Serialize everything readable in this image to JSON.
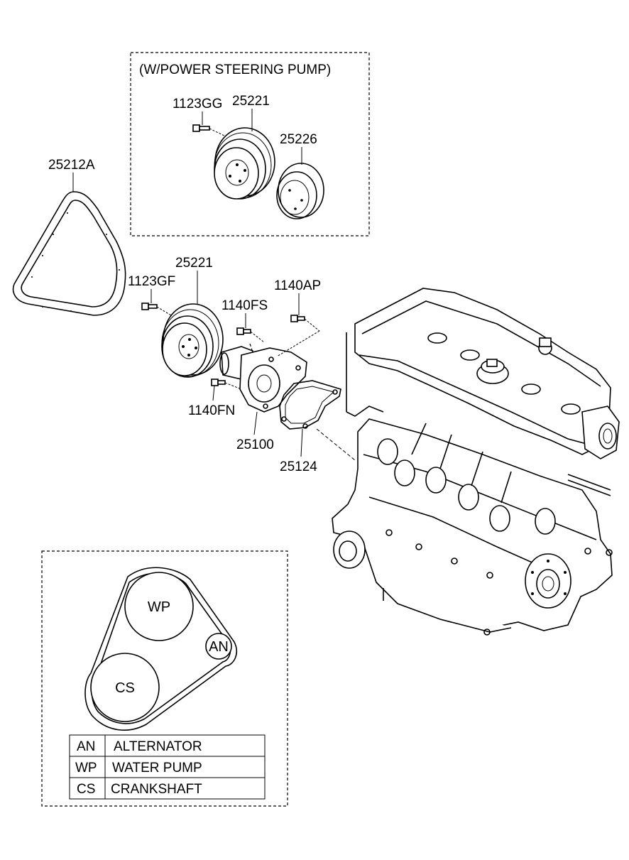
{
  "kit_header": "(W/POWER STEERING PUMP)",
  "parts": {
    "belt": "25212A",
    "ps_bolt": "1123GG",
    "ps_pulley": "25221",
    "ps_pump_pulley": "25226",
    "wp_bolt": "1123GF",
    "wp_pulley": "25221",
    "bolt_fs": "1140FS",
    "bolt_ap": "1140AP",
    "bolt_fn": "1140FN",
    "water_pump": "25100",
    "gasket": "25124"
  },
  "belt_layout": {
    "pulleys": {
      "wp": "WP",
      "an": "AN",
      "cs": "CS"
    },
    "legend": [
      {
        "code": "AN",
        "name": "ALTERNATOR"
      },
      {
        "code": "WP",
        "name": "WATER PUMP"
      },
      {
        "code": "CS",
        "name": "CRANKSHAFT"
      }
    ]
  }
}
